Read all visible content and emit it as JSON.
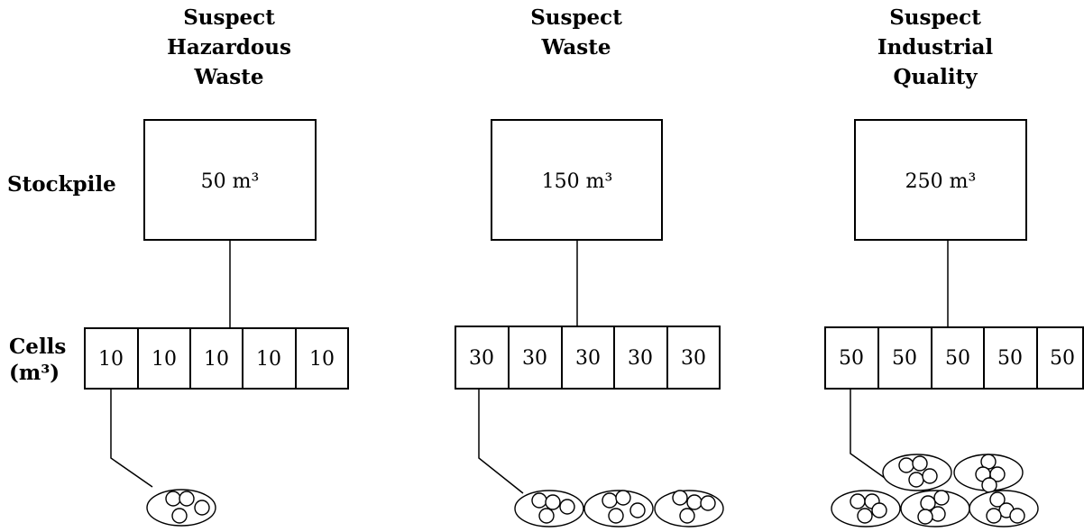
{
  "row_labels": {
    "stockpile": "Stockpile",
    "cells_line1": "Cells",
    "cells_line2": "(m³)"
  },
  "groups": [
    {
      "title_lines": [
        "Suspect",
        "Hazardous",
        "Waste"
      ],
      "stockpile": "50 m³",
      "cells": [
        "10",
        "10",
        "10",
        "10",
        "10"
      ],
      "sample_count": 1
    },
    {
      "title_lines": [
        "Suspect",
        "Waste"
      ],
      "stockpile": "150 m³",
      "cells": [
        "30",
        "30",
        "30",
        "30",
        "30"
      ],
      "sample_count": 3
    },
    {
      "title_lines": [
        "Suspect",
        "Industrial",
        "Quality"
      ],
      "stockpile": "250 m³",
      "cells": [
        "50",
        "50",
        "50",
        "50",
        "50"
      ],
      "sample_count": 5
    }
  ]
}
